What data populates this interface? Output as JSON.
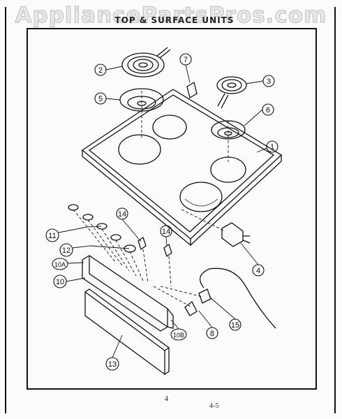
{
  "header": {
    "watermark": "AppliancePartsPros.com",
    "title": "TOP & SURFACE UNITS"
  },
  "footer": {
    "page_number": "4",
    "mark": "4-5"
  },
  "callouts": {
    "c1": "1",
    "c2": "2",
    "c3": "3",
    "c4": "4",
    "c5": "5",
    "c6": "6",
    "c7": "7",
    "c8": "8",
    "c10": "10",
    "c10a": "10A",
    "c10b": "10B",
    "c11": "11",
    "c12": "12",
    "c13": "13",
    "c14a": "14",
    "c14b": "14",
    "c15": "15"
  }
}
